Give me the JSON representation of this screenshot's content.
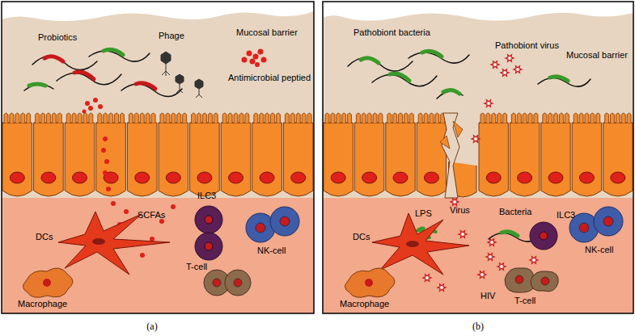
{
  "diagram": {
    "labels": [
      "Probiotics",
      "Phage",
      "Mucosal barrier",
      "Antimicrobial peptied",
      "SCFAs",
      "DCs",
      "ILC3",
      "NK-cell",
      "Macrophage",
      "T-cell",
      "(a)",
      "Pathobiont bacteria",
      "Pathobiont virus",
      "Mucosal barrier",
      "LPS",
      "Virus",
      "Bacteria",
      "ILC3",
      "NK-cell",
      "DCs",
      "HIV",
      "Macrophage",
      "T-cell",
      "(b)"
    ]
  }
}
